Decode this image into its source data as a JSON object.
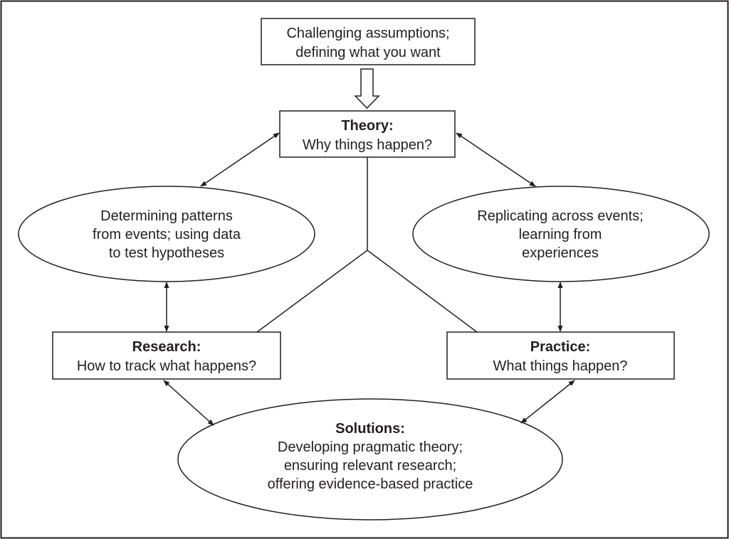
{
  "diagram": {
    "top_box": {
      "lines": [
        "Challenging assumptions;",
        "defining what you want"
      ]
    },
    "theory": {
      "title": "Theory:",
      "subtitle": "Why things happen?"
    },
    "left_ellipse": {
      "lines": [
        "Determining patterns",
        "from events; using data",
        "to test hypotheses"
      ]
    },
    "right_ellipse": {
      "lines": [
        "Replicating across events;",
        "learning from",
        "experiences"
      ]
    },
    "research": {
      "title": "Research:",
      "subtitle": "How to track what happens?"
    },
    "practice": {
      "title": "Practice:",
      "subtitle": "What things happen?"
    },
    "solutions": {
      "title": "Solutions:",
      "lines": [
        "Developing pragmatic theory;",
        "ensuring relevant research;",
        "offering evidence-based practice"
      ]
    },
    "colors": {
      "stroke": "#231f20",
      "background": "#ffffff"
    }
  }
}
